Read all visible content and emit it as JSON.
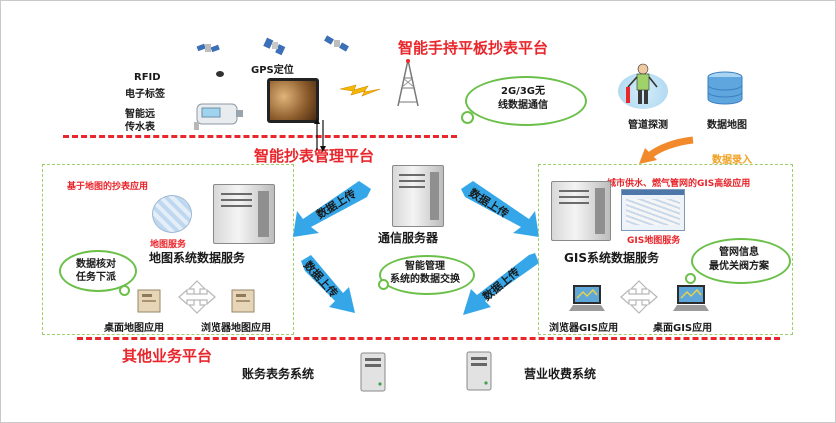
{
  "layers": {
    "handheld_title": "智能手持平板抄表平台",
    "management_title": "智能抄表管理平台",
    "other_title": "其他业务平台"
  },
  "top": {
    "rfid_line1": "RFID",
    "rfid_line2": "电子标签",
    "gps_label": "GPS定位",
    "meter_line1": "智能远",
    "meter_line2": "传水表",
    "network_line1": "2G/3G无",
    "network_line2": "线数据通信",
    "pipe_probe": "管道探测",
    "data_map": "数据地图"
  },
  "left_box": {
    "title": "基于地图的抄表应用",
    "map_service": "地图服务",
    "data_service": "地图系统数据服务",
    "task_line1": "数据核对",
    "task_line2": "任务下派",
    "desktop_app": "桌面地图应用",
    "browser_app": "浏览器地图应用"
  },
  "center": {
    "comm_server": "通信服务器",
    "exchange_line1": "智能管理",
    "exchange_line2": "系统的数据交换"
  },
  "arrows": {
    "upload": "数据上传"
  },
  "right_box": {
    "data_entry": "数据录入",
    "title": "城市供水、燃气管网的GIS高级应用",
    "gis_map_service": "GIS地图服务",
    "gis_data_service": "GIS系统数据服务",
    "plan_line1": "管网信息",
    "plan_line2": "最优关阀方案",
    "browser_gis": "浏览器GIS应用",
    "desktop_gis": "桌面GIS应用"
  },
  "bottom": {
    "billing_system": "账务表务系统",
    "fee_system": "营业收费系统"
  },
  "colors": {
    "accent_red": "#e8262b",
    "cloud_green": "#6cc04a",
    "arrow_blue": "#35a7e8",
    "arrow_orange": "#f28a2c",
    "box_green": "#9ccf6a"
  }
}
